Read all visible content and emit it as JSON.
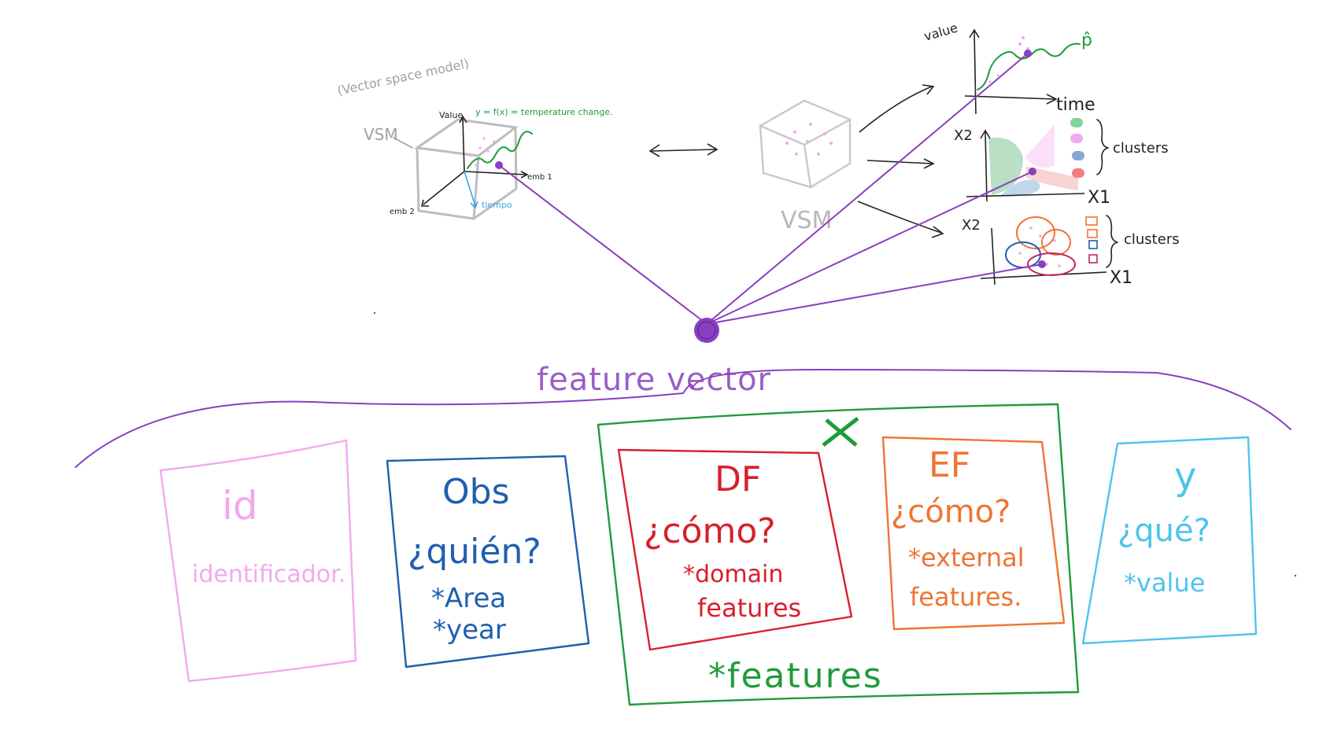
{
  "colors": {
    "purple": "#8a3fbf",
    "green": "#1e9b3a",
    "pink": "#f3a8ef",
    "blue": "#1f5fb0",
    "red": "#d81f2a",
    "orange": "#ee7533",
    "cyan": "#4ec4ec",
    "gray": "#bdbdbd",
    "black": "#222222"
  },
  "vsm_left": {
    "note": "(Vector space model)",
    "label": "VSM",
    "axis_value": "Value",
    "axis_emb1": "emb 1",
    "axis_emb2": "emb 2",
    "axis_time": "tiempo",
    "function": "y = f(x) = temperature change."
  },
  "vsm_right": {
    "label": "VSM"
  },
  "plot_time": {
    "ylabel": "value",
    "xlabel": "time",
    "hat": "p̂"
  },
  "plot_clusters1": {
    "ylabel": "X2",
    "xlabel": "X1",
    "legend": "clusters"
  },
  "plot_clusters2": {
    "ylabel": "X2",
    "xlabel": "X1",
    "legend": "clusters"
  },
  "feature_vector": "feature vector",
  "boxes": {
    "id": {
      "title": "id",
      "subtitle": "identificador."
    },
    "obs": {
      "title": "Obs",
      "question": "¿quién?",
      "item1": "*Area",
      "item2": "*year"
    },
    "features": {
      "label": "*features"
    },
    "df": {
      "title": "DF",
      "question": "¿cómo?",
      "item1": "*domain",
      "item2": "features"
    },
    "ef": {
      "title": "EF",
      "question": "¿cómo?",
      "item1": "*external",
      "item2": "features."
    },
    "y": {
      "title": "y",
      "question": "¿qué?",
      "item1": "*value"
    }
  }
}
